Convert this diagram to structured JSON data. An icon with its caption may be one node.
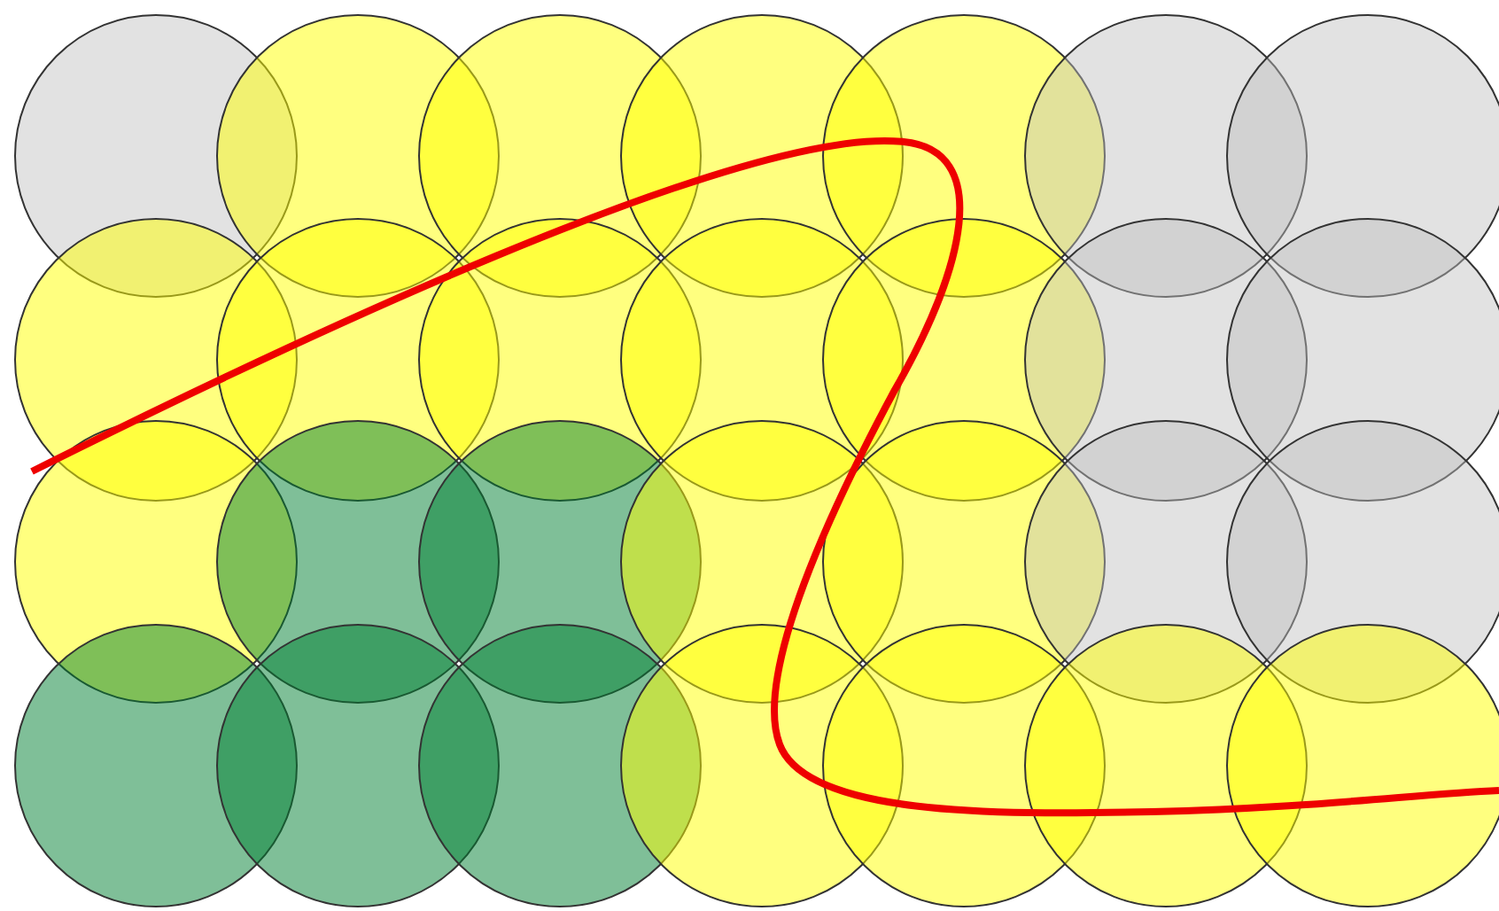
{
  "diagram": {
    "nodes": [
      {
        "text": [],
        "shape": "circle"
      },
      {
        "text": [],
        "shape": "circle"
      },
      {
        "text": [],
        "shape": "circle"
      },
      {
        "text": [],
        "shape": "circle"
      },
      {
        "text": [],
        "shape": "circle"
      },
      {
        "text": [],
        "shape": "circle"
      },
      {
        "text": [],
        "shape": "circle"
      },
      {
        "text": [],
        "shape": "circle"
      },
      {
        "text": [],
        "shape": "circle"
      },
      {
        "text": [],
        "shape": "circle"
      },
      {
        "text": [],
        "shape": "circle"
      },
      {
        "text": [],
        "shape": "circle"
      },
      {
        "text": [],
        "shape": "circle"
      },
      {
        "text": [],
        "shape": "circle"
      },
      {
        "text": [],
        "shape": "circle"
      },
      {
        "text": [],
        "shape": "circle"
      },
      {
        "text": [],
        "shape": "circle"
      },
      {
        "text": [],
        "shape": "circle"
      },
      {
        "text": [],
        "shape": "circle"
      },
      {
        "text": [],
        "shape": "circle"
      },
      {
        "text": [],
        "shape": "circle"
      },
      {
        "text": [],
        "shape": "circle"
      },
      {
        "text": [],
        "shape": "circle"
      },
      {
        "text": [],
        "shape": "circle"
      },
      {
        "text": [],
        "shape": "circle"
      },
      {
        "text": [],
        "shape": "circle"
      },
      {
        "text": [],
        "shape": "circle"
      },
      {
        "text": [],
        "shape": "circle"
      }
    ]
  }
}
